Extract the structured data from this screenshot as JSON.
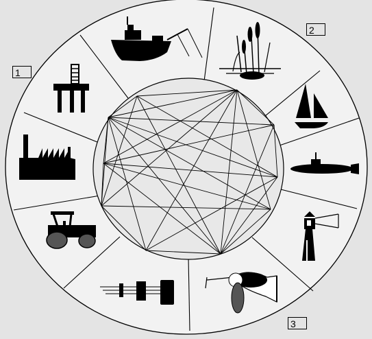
{
  "labels": {
    "group_1": "1",
    "group_2": "2",
    "group_3": "3"
  },
  "sectors": [
    {
      "name": "fishing-trawler-icon"
    },
    {
      "name": "reeds-wetland-icon"
    },
    {
      "name": "sailboat-icon"
    },
    {
      "name": "submarine-icon"
    },
    {
      "name": "lighthouse-icon"
    },
    {
      "name": "wind-turbine-icon"
    },
    {
      "name": "power-cable-icon"
    },
    {
      "name": "tractor-icon"
    },
    {
      "name": "factory-icon"
    },
    {
      "name": "oil-rig-icon"
    }
  ],
  "colors": {
    "background": "#e4e4e4",
    "ink": "#000000",
    "ring_fill": "#f2f2f2",
    "highlight": "#ffffff",
    "turbine_hub": "#555555"
  }
}
